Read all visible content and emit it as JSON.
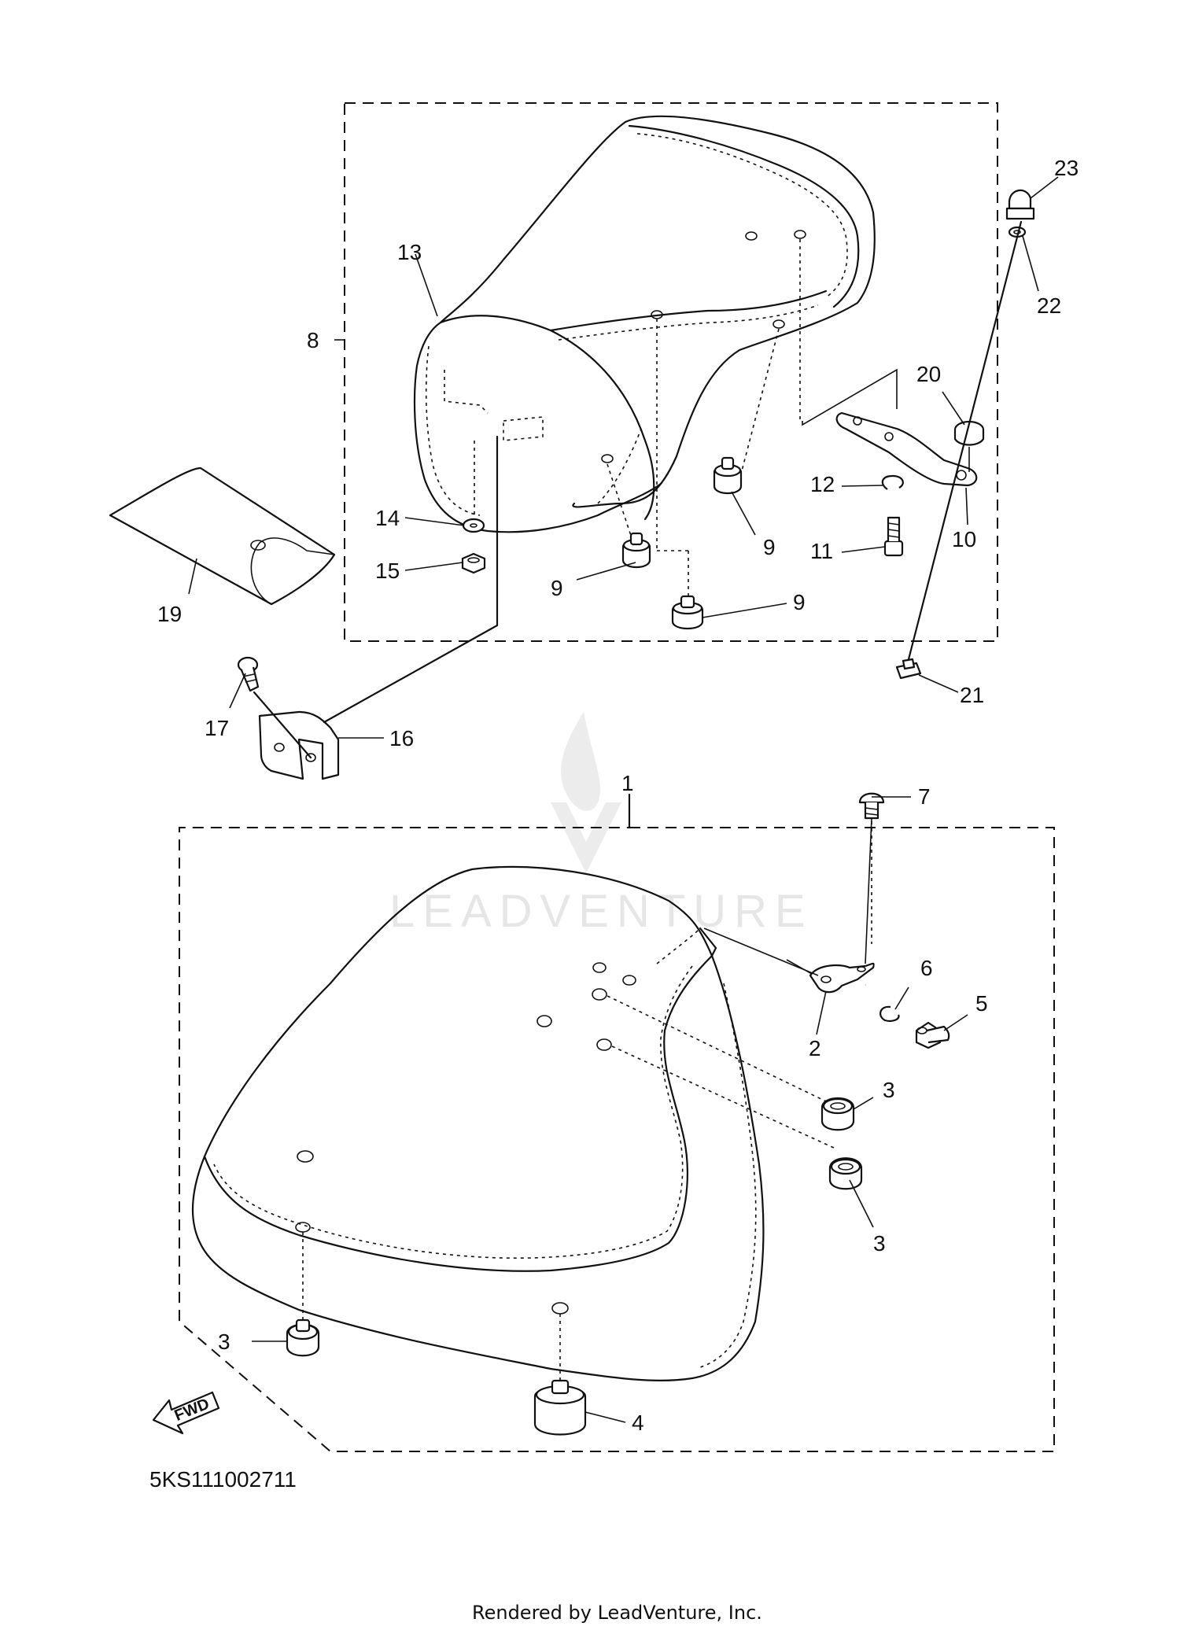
{
  "callouts": [
    {
      "id": "c1",
      "label": "1"
    },
    {
      "id": "c2",
      "label": "2"
    },
    {
      "id": "c3a",
      "label": "3"
    },
    {
      "id": "c3b",
      "label": "3"
    },
    {
      "id": "c3c",
      "label": "3"
    },
    {
      "id": "c4",
      "label": "4"
    },
    {
      "id": "c5",
      "label": "5"
    },
    {
      "id": "c6",
      "label": "6"
    },
    {
      "id": "c7",
      "label": "7"
    },
    {
      "id": "c8",
      "label": "8"
    },
    {
      "id": "c9a",
      "label": "9"
    },
    {
      "id": "c9b",
      "label": "9"
    },
    {
      "id": "c9c",
      "label": "9"
    },
    {
      "id": "c10",
      "label": "10"
    },
    {
      "id": "c11",
      "label": "11"
    },
    {
      "id": "c12",
      "label": "12"
    },
    {
      "id": "c13",
      "label": "13"
    },
    {
      "id": "c14",
      "label": "14"
    },
    {
      "id": "c15",
      "label": "15"
    },
    {
      "id": "c16",
      "label": "16"
    },
    {
      "id": "c17",
      "label": "17"
    },
    {
      "id": "c19",
      "label": "19"
    },
    {
      "id": "c20",
      "label": "20"
    },
    {
      "id": "c21",
      "label": "21"
    },
    {
      "id": "c22",
      "label": "22"
    },
    {
      "id": "c23",
      "label": "23"
    }
  ],
  "diagram_code": "5KS111002711",
  "fwd_label": "FWD",
  "watermark": "LEADVENTURE",
  "footer": "Rendered by LeadVenture, Inc."
}
